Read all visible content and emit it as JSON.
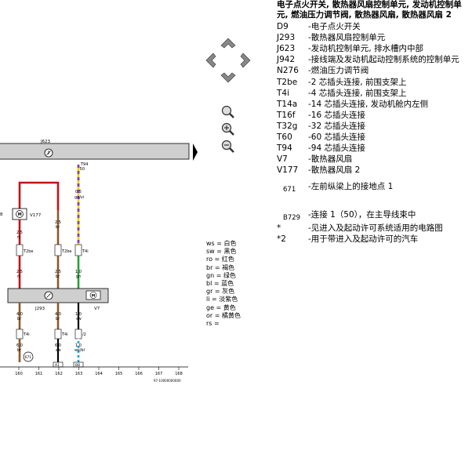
{
  "title_line1": "电子点火开关, 散热器风扇控制单元, 发动机控制单",
  "title_line2": "元, 燃油压力调节阀, 散热器风扇, 散热器风扇 2",
  "legend": [
    {
      "code": "D9",
      "desc": "-电子点火开关"
    },
    {
      "code": "J293",
      "desc": "-散热器风扇控制单元"
    },
    {
      "code": "J623",
      "desc": "-发动机控制单元, 排水槽内中部"
    },
    {
      "code": "J942",
      "desc": "-接线端及发动机起动控制系统的控制单元"
    },
    {
      "code": "N276",
      "desc": "-燃油压力调节阀"
    },
    {
      "code": "T2be",
      "desc": "-2 芯插头连接, 前围支架上"
    },
    {
      "code": "T4i",
      "desc": "-4 芯插头连接, 前围支架上"
    },
    {
      "code": "T14a",
      "desc": "-14 芯插头连接, 发动机舱内左侧"
    },
    {
      "code": "T16f",
      "desc": "-16 芯插头连接"
    },
    {
      "code": "T32g",
      "desc": "-32 芯插头连接"
    },
    {
      "code": "T60",
      "desc": "-60 芯插头连接"
    },
    {
      "code": "T94",
      "desc": "-94 芯插头连接"
    },
    {
      "code": "V7",
      "desc": "-散热器风扇"
    },
    {
      "code": "V177",
      "desc": "-散热器风扇 2"
    },
    {
      "code": "671",
      "desc": "-左前纵梁上的接地点 1"
    },
    {
      "code": "B729",
      "desc": "-连接 1（50），在主导线束中"
    },
    {
      "code": "*",
      "desc": "-见进入及起动许可系统适用的电路图"
    },
    {
      "code": "*2",
      "desc": "-用于带进入及起动许可的汽车"
    }
  ],
  "wire_colors": [
    "ws = 白色",
    "sw = 黑色",
    "ro = 红色",
    "br = 褐色",
    "gn = 绿色",
    "bl = 蓝色",
    "gr = 灰色",
    "li = 淡紫色",
    "ge = 黄色",
    "or = 橘黄色",
    "rs ="
  ],
  "diagram": {
    "bus_label": "J623",
    "ecu_label": "J293",
    "fan_v177": "V177",
    "fan_v7": "V7",
    "conn_t94": "T94",
    "conn_t94_pin": "/50",
    "wire_left_size": "0.5",
    "wire_left_color": "ge/vi",
    "red_size": "2.5",
    "red_color": "rt",
    "brown_size": "2.5",
    "brown_color": "br",
    "green_size": "1.0",
    "green_color": "gn",
    "conn_t2be": "T2be",
    "conn_t4i_a": "T4i",
    "conn_t4i_b": "T4i",
    "pin_a": "/1",
    "pin_b": "/2",
    "pin_c": "/4",
    "lower_a_size": "4.0",
    "lower_a_color": "br",
    "lower_b_size": "4.0",
    "lower_b_color": "br",
    "lower_c_size": "1.0",
    "lower_c_color": "sw",
    "ground_label": "671",
    "bottom_a_size": "6.0",
    "bottom_a_color": "br",
    "bottom_b_size": "6.0",
    "bottom_b_color": "sw",
    "bottom_c_size": "1.0",
    "bottom_c_color": "ws/bl",
    "ref_a": "A1",
    "ref_b": "B8",
    "left_fragment": "8",
    "col_numbers": [
      "160",
      "161",
      "162",
      "163",
      "164",
      "165",
      "166",
      "167",
      "168"
    ],
    "footer": "97-10000000000"
  },
  "colors": {
    "red": "#c0141a",
    "brown": "#8a5a2b",
    "green": "#27a03a",
    "yellow": "#e8d21a",
    "violet": "#8a3fb0",
    "gray": "#cfcfcf"
  }
}
